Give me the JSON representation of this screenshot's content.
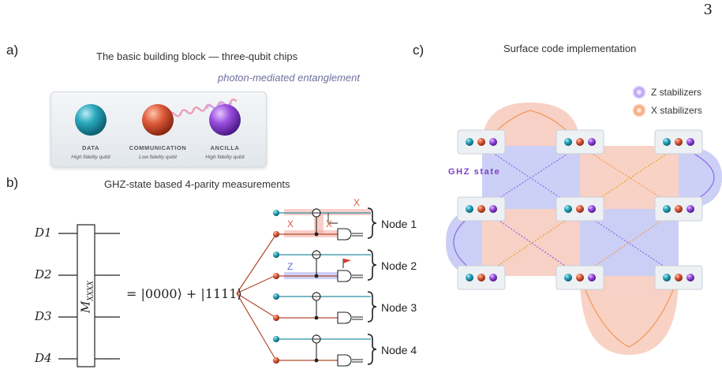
{
  "page_number": "3",
  "panel_a": {
    "letter": "a)",
    "title": "The basic building block — three-qubit chips",
    "photon_label": "photon-mediated entanglement",
    "qubits": [
      {
        "name": "DATA",
        "desc": "High fidelity qubit",
        "color": "#1f9bb0"
      },
      {
        "name": "COMMUNICATION",
        "desc": "Low fidelity qubit",
        "color": "#d9583b"
      },
      {
        "name": "ANCILLA",
        "desc": "High fidelity qubit",
        "color": "#8a3fd1"
      }
    ]
  },
  "panel_b": {
    "letter": "b)",
    "title": "GHZ-state based 4-parity measurements",
    "data_qubits": [
      "D1",
      "D2",
      "D3",
      "D4"
    ],
    "operator": "M",
    "operator_sub": "XXXX",
    "ghz_equation": "= |0000⟩ + |1111⟩",
    "nodes": [
      "Node 1",
      "Node 2",
      "Node 3",
      "Node 4"
    ],
    "marks": {
      "x": "X",
      "z": "Z"
    }
  },
  "panel_c": {
    "letter": "c)",
    "title": "Surface code implementation",
    "legend": [
      {
        "label": "Z stabilizers",
        "color": "#8f6fe8"
      },
      {
        "label": "X stabilizers",
        "color": "#f39a5a"
      }
    ],
    "ghz_label": "GHZ state"
  },
  "colors": {
    "data": "#1f9bb0",
    "communication": "#d9583b",
    "ancilla": "#8a3fd1",
    "z_region": "#c9cdf5",
    "x_region": "#f7cdbf",
    "wire_red": "#b24a2e",
    "wire_teal": "#2a8fa3"
  }
}
